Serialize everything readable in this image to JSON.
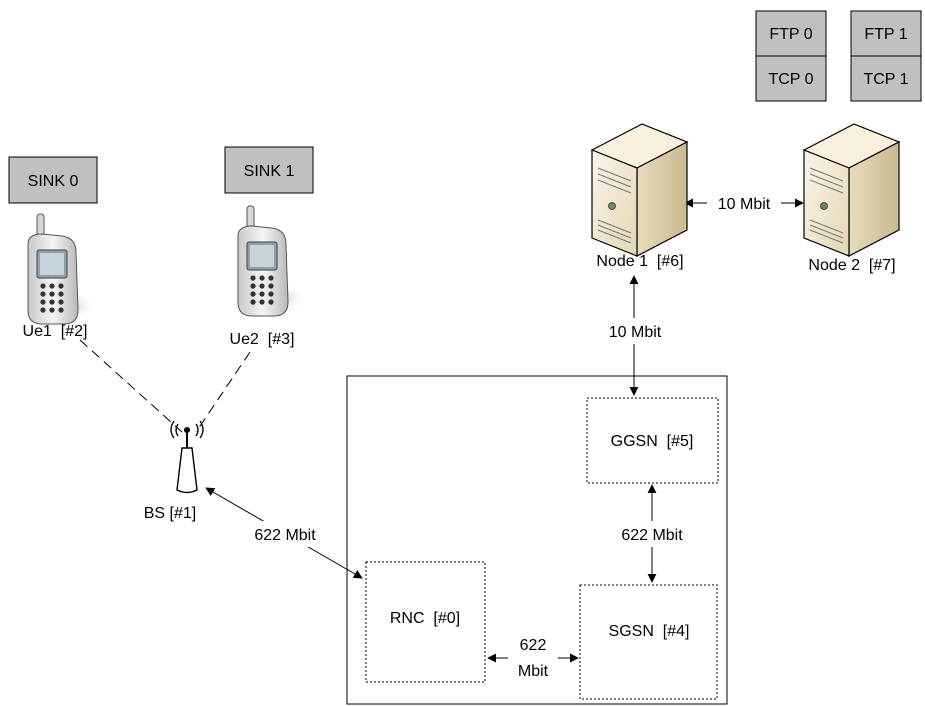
{
  "diagram": {
    "sinks": {
      "sink0": "SINK 0",
      "sink1": "SINK 1"
    },
    "apps": {
      "ftp0": "FTP 0",
      "tcp0": "TCP 0",
      "ftp1": "FTP 1",
      "tcp1": "TCP 1"
    },
    "nodes": {
      "ue1": "Ue1  [#2]",
      "ue2": "Ue2  [#3]",
      "bs": "BS [#1]",
      "node1": "Node 1  [#6]",
      "node2": "Node 2  [#7]",
      "rnc": "RNC  [#0]",
      "sgsn": "SGSN  [#4]",
      "ggsn": "GGSN  [#5]"
    },
    "links": {
      "node1_node2": "10 Mbit",
      "node1_ggsn": "10 Mbit",
      "bs_rnc": "622 Mbit",
      "sgsn_ggsn": "622 Mbit",
      "rnc_sgsn_line1": "622",
      "rnc_sgsn_line2": "Mbit"
    },
    "colors": {
      "box_fill": "#c0c0c0",
      "stroke": "#000000",
      "server_body": "#f2e9cf"
    }
  }
}
